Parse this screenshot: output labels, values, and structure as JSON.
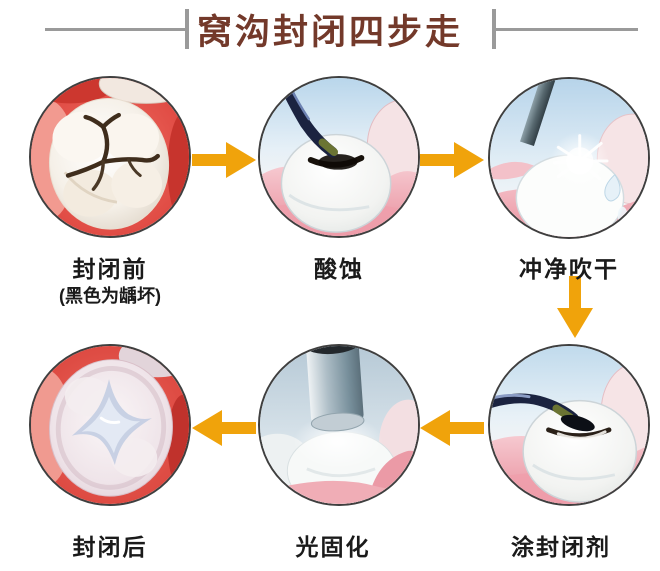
{
  "title": {
    "text": "窝沟封闭四步走"
  },
  "colors": {
    "arrow": "#F0A30B",
    "title_text": "#73392A",
    "label_text": "#1A1A1A",
    "divider_line": "#9A9A9A",
    "gum_red": "#DD4A42",
    "gum_pink": "#F0A6B0",
    "sky_blue": "#BFD9EC",
    "tooth_white": "#F7F3EC"
  },
  "icons": {
    "flow_arrow_right": "orange-right-arrow",
    "flow_arrow_down": "orange-down-arrow",
    "flow_arrow_left": "orange-left-arrow"
  },
  "steps": [
    {
      "id": "before",
      "label": "封闭前",
      "sublabel": "(黑色为龋坏)"
    },
    {
      "id": "etch",
      "label": "酸蚀"
    },
    {
      "id": "rinse-dry",
      "label": "冲净吹干"
    },
    {
      "id": "apply-sealant",
      "label": "涂封闭剂"
    },
    {
      "id": "light-cure",
      "label": "光固化"
    },
    {
      "id": "after",
      "label": "封闭后"
    }
  ]
}
